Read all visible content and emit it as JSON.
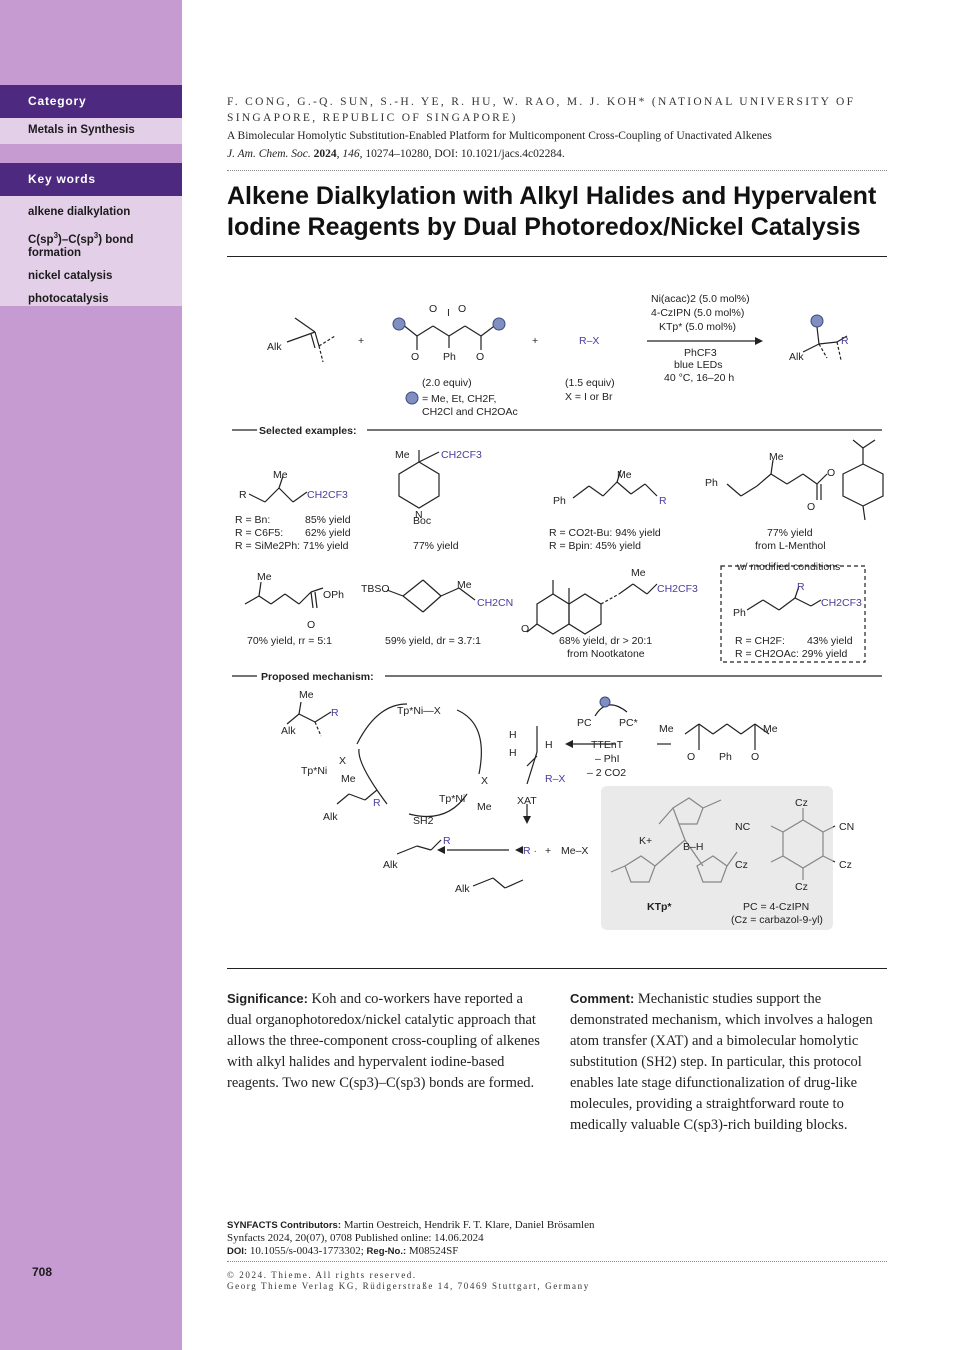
{
  "sidebar": {
    "category_heading": "Category",
    "category": "Metals in Synthesis",
    "keywords_heading": "Key words",
    "keywords": [
      "alkene dialkylation",
      "C(sp3)–C(sp3) bond formation",
      "nickel catalysis",
      "photocatalysis"
    ],
    "page_number": "708"
  },
  "header": {
    "authors": "F. CONG, G.-Q. SUN, S.-H. YE, R. HU, W. RAO, M. J. KOH* (NATIONAL UNIVERSITY OF SINGAPORE, REPUBLIC OF SINGAPORE)",
    "article_title": "A Bimolecular Homolytic Substitution-Enabled Platform for Multicomponent Cross-Coupling of Unactivated Alkenes",
    "journal": "J. Am. Chem. Soc.",
    "year": "2024",
    "volume": "146",
    "pages_doi": ", 10274–10280, DOI: 10.1021/jacs.4c02284."
  },
  "title": "Alkene Dialkylation with Alkyl Halides and Hypervalent Iodine Reagents by Dual Photoredox/Nickel Catalysis",
  "scheme": {
    "conditions": [
      "Ni(acac)2 (5.0 mol%)",
      "4-CzIPN (5.0 mol%)",
      "KTp* (5.0 mol%)",
      "PhCF3",
      "blue LEDs",
      "40 °C, 16–20 h"
    ],
    "reagent_equiv": "(2.0 equiv)",
    "reagent_def_1": "= Me, Et, CH2F,",
    "reagent_def_2": "CH2Cl and CH2OAc",
    "halide_equiv": "(1.5 equiv)",
    "halide_def": "X = I or Br",
    "rx": "R–X",
    "selected_heading": "Selected examples:",
    "ex1": [
      "R = Bn:",
      "85% yield",
      "R = C6F5:",
      "62% yield",
      "R = SiMe2Ph: 71% yield"
    ],
    "ex2": "77% yield",
    "ex3": [
      "R = CO2t-Bu: 94% yield",
      "R = Bpin:     45% yield"
    ],
    "ex4": [
      "77% yield",
      "from L-Menthol"
    ],
    "ex5": "70% yield, rr = 5:1",
    "ex6": "59% yield, dr = 3.7:1",
    "ex7": [
      "68% yield, dr > 20:1",
      "from Nootkatone"
    ],
    "ex8_heading": "w/ modified conditions",
    "ex8": [
      "R = CH2F:",
      "43% yield",
      "R = CH2OAc: 29% yield"
    ],
    "mechanism_heading": "Proposed mechanism:",
    "pc_note": [
      "PC = 4-CzIPN",
      "(Cz = carbazol-9-yl)"
    ],
    "ktp": "KTp*"
  },
  "significance": {
    "label": "Significance:",
    "text": "Koh and co-workers have reported a dual organophotoredox/nickel catalytic approach that allows the three-component cross-coupling of alkenes with alkyl halides and hypervalent iodine-based reagents. Two new C(sp3)–C(sp3) bonds are formed."
  },
  "comment": {
    "label": "Comment:",
    "text": "Mechanistic studies support the demonstrated mechanism, which involves a halogen atom transfer (XAT) and a bimolecular homolytic substitution (SH2) step. In particular, this protocol enables late stage difunctionalization of drug-like molecules, providing a straightforward route to medically valuable C(sp3)-rich building blocks."
  },
  "footer": {
    "contributors_label": "SYNFACTS Contributors:",
    "contributors": "Martin Oestreich, Hendrik F. T. Klare, Daniel Brösamlen",
    "issue": "Synfacts 2024, 20(07), 0708     Published online: 14.06.2024",
    "doi_label": "DOI:",
    "doi": "10.1055/s-0043-1773302;",
    "reg_label": "Reg-No.:",
    "reg": "M08524SF",
    "copyright": "© 2024. Thieme. All rights reserved.",
    "publisher": "Georg Thieme Verlag KG, Rüdigerstraße 14, 70469 Stuttgart, Germany"
  }
}
